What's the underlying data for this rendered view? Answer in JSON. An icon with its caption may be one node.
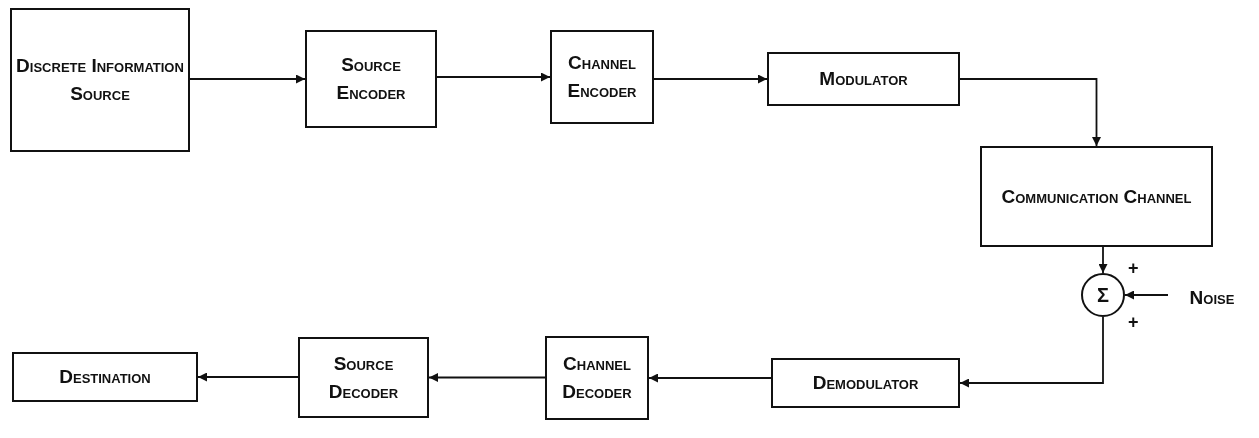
{
  "diagram": {
    "nodes": [
      {
        "text": [
          "Discrete Information Source"
        ]
      },
      {
        "text": [
          "Source Encoder"
        ]
      },
      {
        "text": [
          "Channel Encoder"
        ]
      },
      {
        "text": [
          "Modulator"
        ]
      },
      {
        "text": [
          "Communication Channel"
        ]
      },
      {
        "text": [
          "Σ"
        ]
      },
      {
        "text": [
          "Noise"
        ]
      },
      {
        "text": [
          "Demodulator"
        ]
      },
      {
        "text": [
          "Channel Decoder"
        ]
      },
      {
        "text": [
          "Source Decoder"
        ]
      },
      {
        "text": [
          "Destination"
        ]
      }
    ],
    "edges": [
      {
        "from": 0,
        "to": 1,
        "arrow": "to"
      },
      {
        "from": 1,
        "to": 2,
        "arrow": "to"
      },
      {
        "from": 2,
        "to": 3,
        "arrow": "to"
      },
      {
        "from": 3,
        "to": 4,
        "arrow": "to"
      },
      {
        "from": 4,
        "to": 5,
        "arrow": "to"
      },
      {
        "from": 6,
        "to": 5,
        "arrow": "to"
      },
      {
        "from": 5,
        "to": 7,
        "arrow": "to"
      },
      {
        "from": 7,
        "to": 8,
        "arrow": "to"
      },
      {
        "from": 8,
        "to": 9,
        "arrow": "to"
      },
      {
        "from": 9,
        "to": 10,
        "arrow": "to"
      }
    ],
    "labels": [
      "+",
      "+"
    ]
  }
}
